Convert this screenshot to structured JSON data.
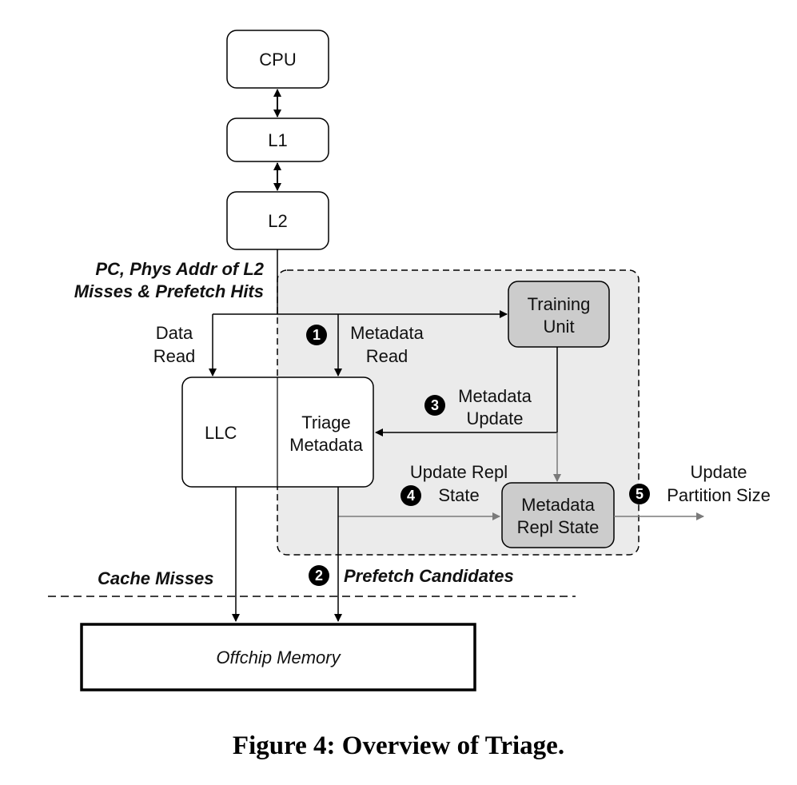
{
  "blocks": {
    "cpu": "CPU",
    "l1": "L1",
    "l2": "L2",
    "llc": "LLC",
    "triage_metadata": [
      "Triage",
      "Metadata"
    ],
    "training_unit": [
      "Training",
      "Unit"
    ],
    "metadata_repl_state": [
      "Metadata",
      "Repl State"
    ],
    "offchip_memory": "Offchip Memory"
  },
  "labels": {
    "l2_misses": [
      "PC, Phys Addr of L2",
      "Misses & Prefetch Hits"
    ],
    "data_read": [
      "Data",
      "Read"
    ],
    "metadata_read": [
      "Metadata",
      "Read"
    ],
    "metadata_update": [
      "Metadata",
      "Update"
    ],
    "update_repl_state": [
      "Update Repl",
      "State"
    ],
    "update_partition_size": [
      "Update",
      "Partition Size"
    ],
    "cache_misses": "Cache Misses",
    "prefetch_candidates": "Prefetch Candidates"
  },
  "steps": [
    "1",
    "2",
    "3",
    "4",
    "5"
  ],
  "caption": "Figure 4: Overview of Triage.",
  "colors": {
    "region_fill": "#ebebeb",
    "unit_fill": "#cccccc",
    "gray_arrow": "#7a7a7a"
  }
}
